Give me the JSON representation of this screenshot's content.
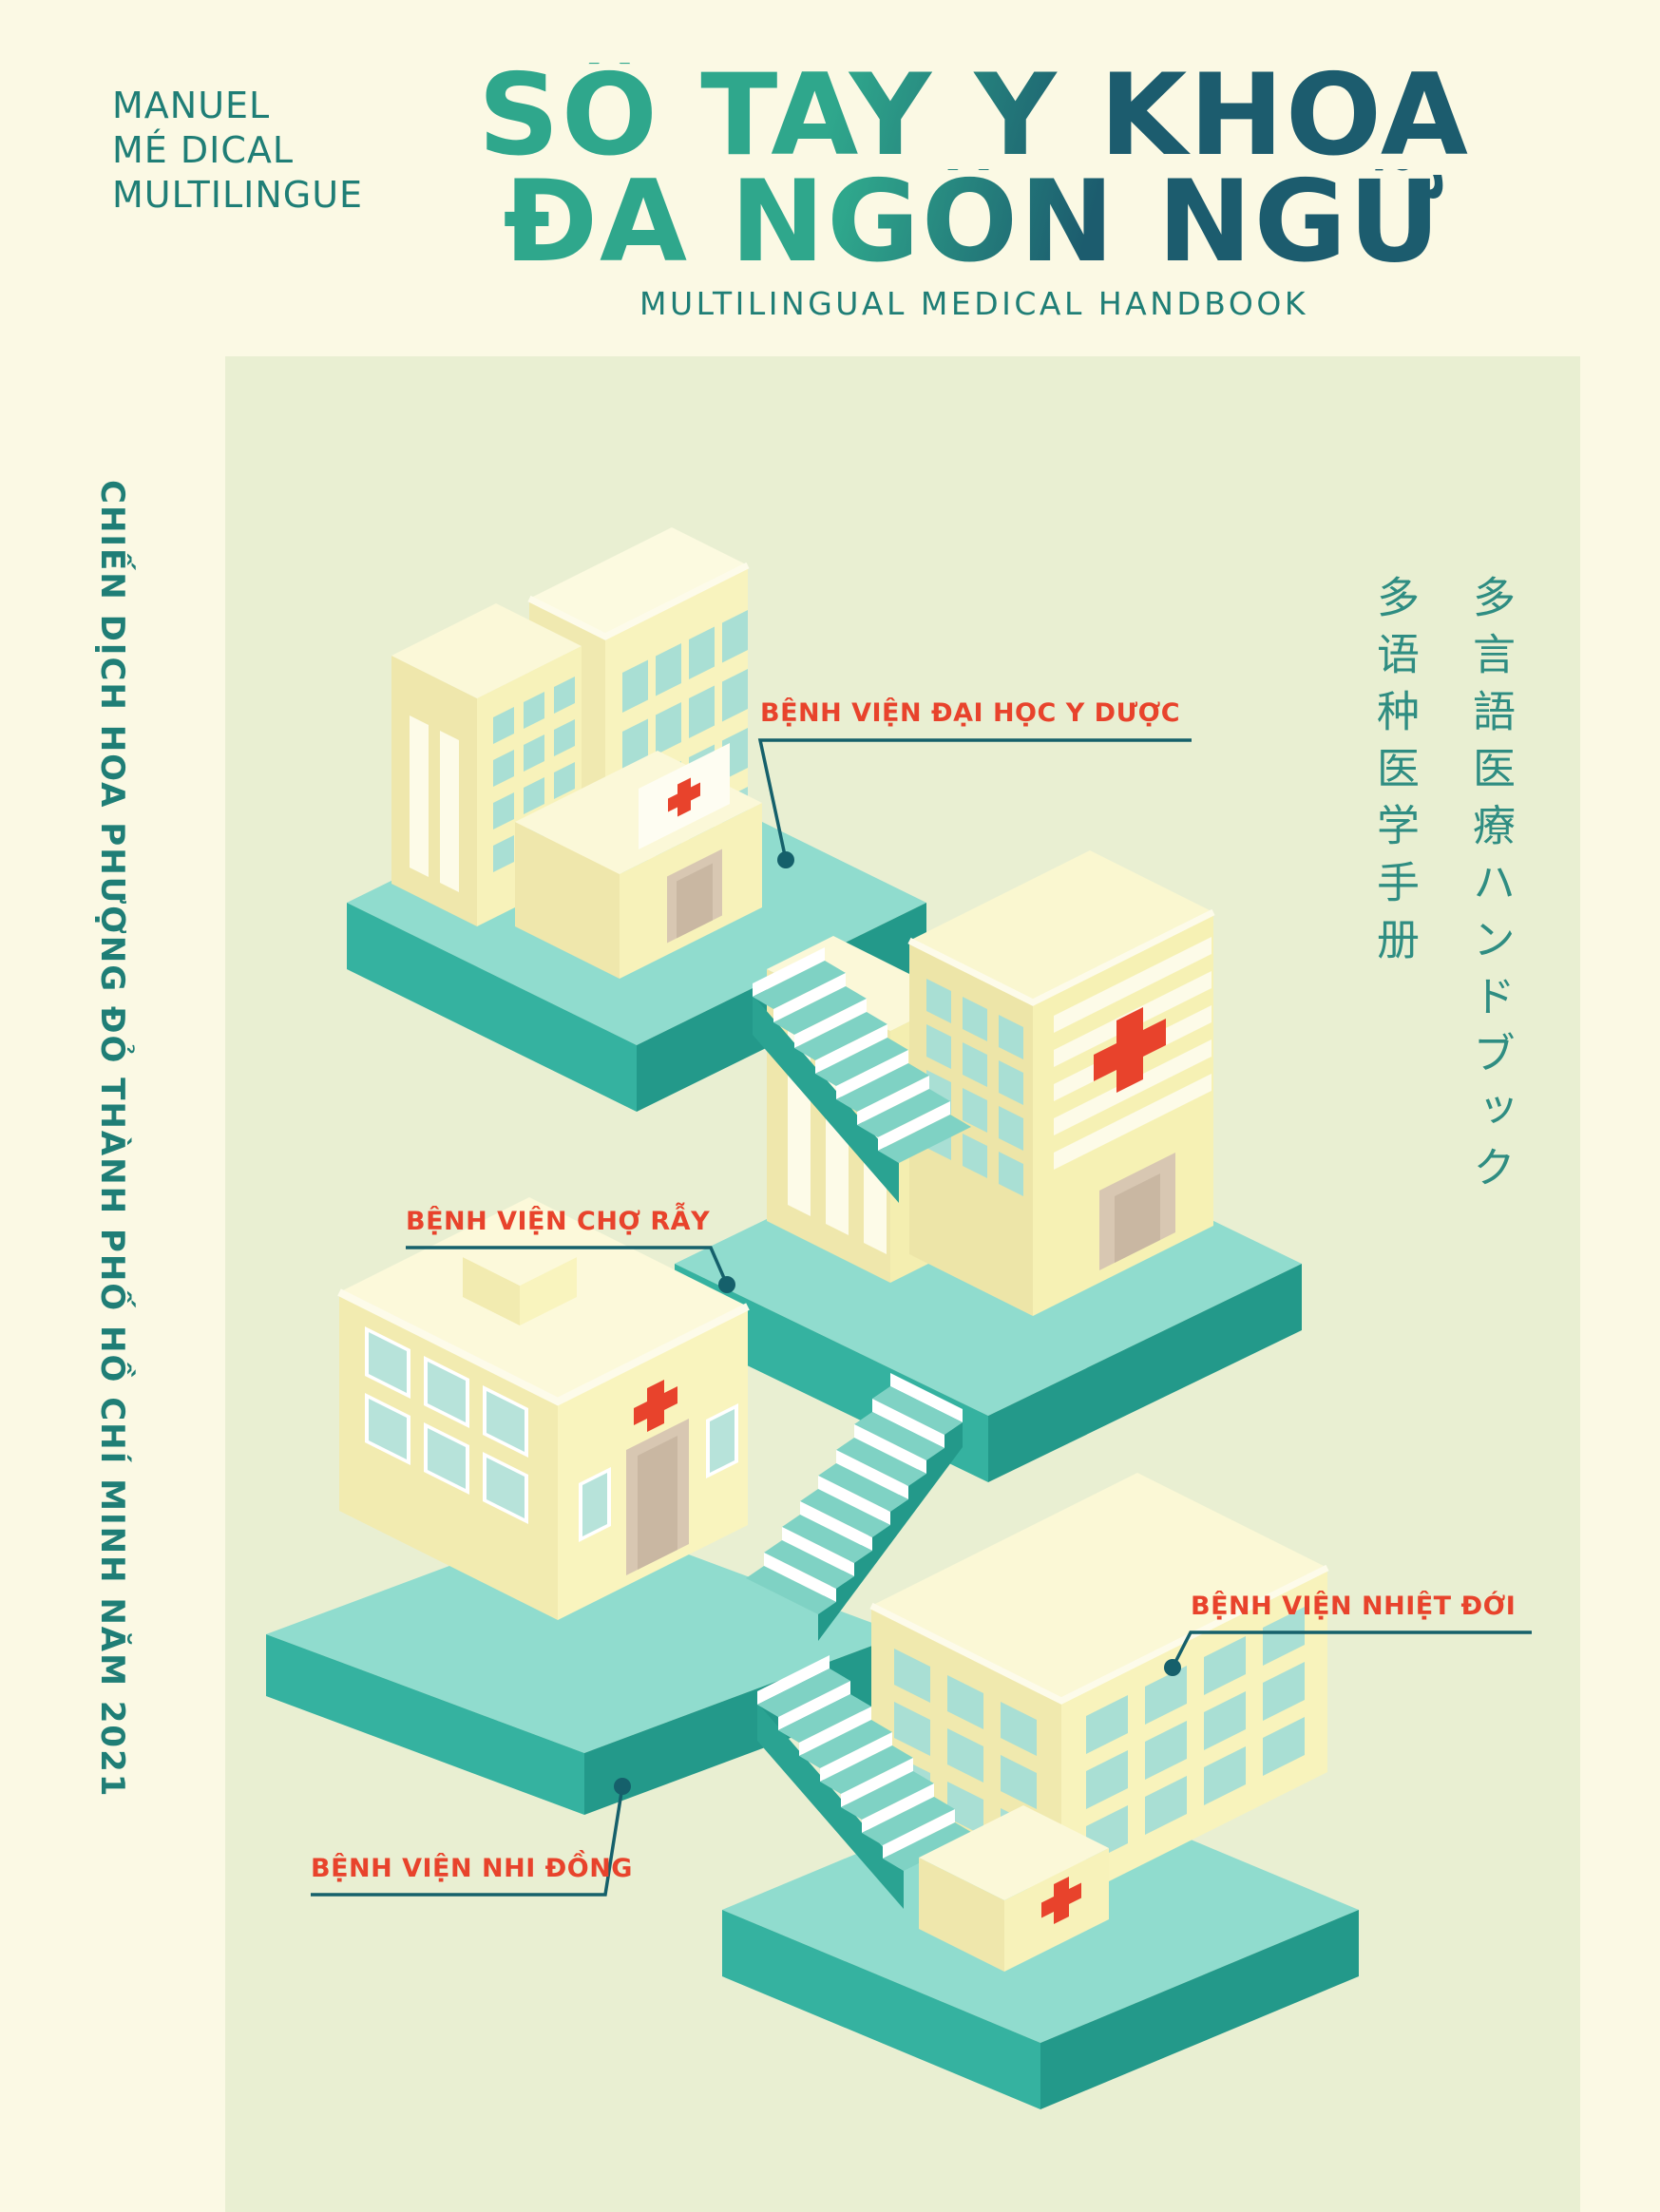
{
  "header": {
    "kicker_lines": [
      "MANUEL",
      "MÉ DICAL",
      "MULTILINGUE"
    ],
    "title_line1": "SỔ TAY Y KHOA",
    "title_line2": "ĐA NGÔN NGỮ",
    "subtitle": "MULTILINGUAL MEDICAL HANDBOOK"
  },
  "sidebars": {
    "left_vertical_text": "CHIẾN DỊCH HOA PHƯỢNG ĐỎ THÀNH PHỐ HỒ CHÍ MINH NĂM 2021",
    "right_vertical_japanese": "多言語医療ハンドブック",
    "right_vertical_chinese": "多语种医学手册"
  },
  "map": {
    "hospitals": [
      {
        "label": "BỆNH VIỆN ĐẠI HỌC Y DƯỢC"
      },
      {
        "label": "BỆNH VIỆN CHỢ RẪY"
      },
      {
        "label": "BỆNH VIỆN NHI ĐỒNG"
      },
      {
        "label": "BỆNH VIỆN NHIỆT ĐỚI"
      }
    ]
  },
  "colors": {
    "page_background": "#FBF9E4",
    "panel_background": "#E9EFD2",
    "teal_text": "#1F7E76",
    "title_gradient_light": "#2FA78C",
    "title_gradient_dark": "#1C5C6E",
    "label_red": "#E8432C",
    "platform_top": "#90DCCE",
    "platform_side_left": "#35B2A0",
    "platform_side_right": "#23998A",
    "building_yellow": "#F6F1B4",
    "window_teal": "#A9DFD4",
    "cjk_teal": "#2F8D82",
    "connector": "#15606B"
  }
}
